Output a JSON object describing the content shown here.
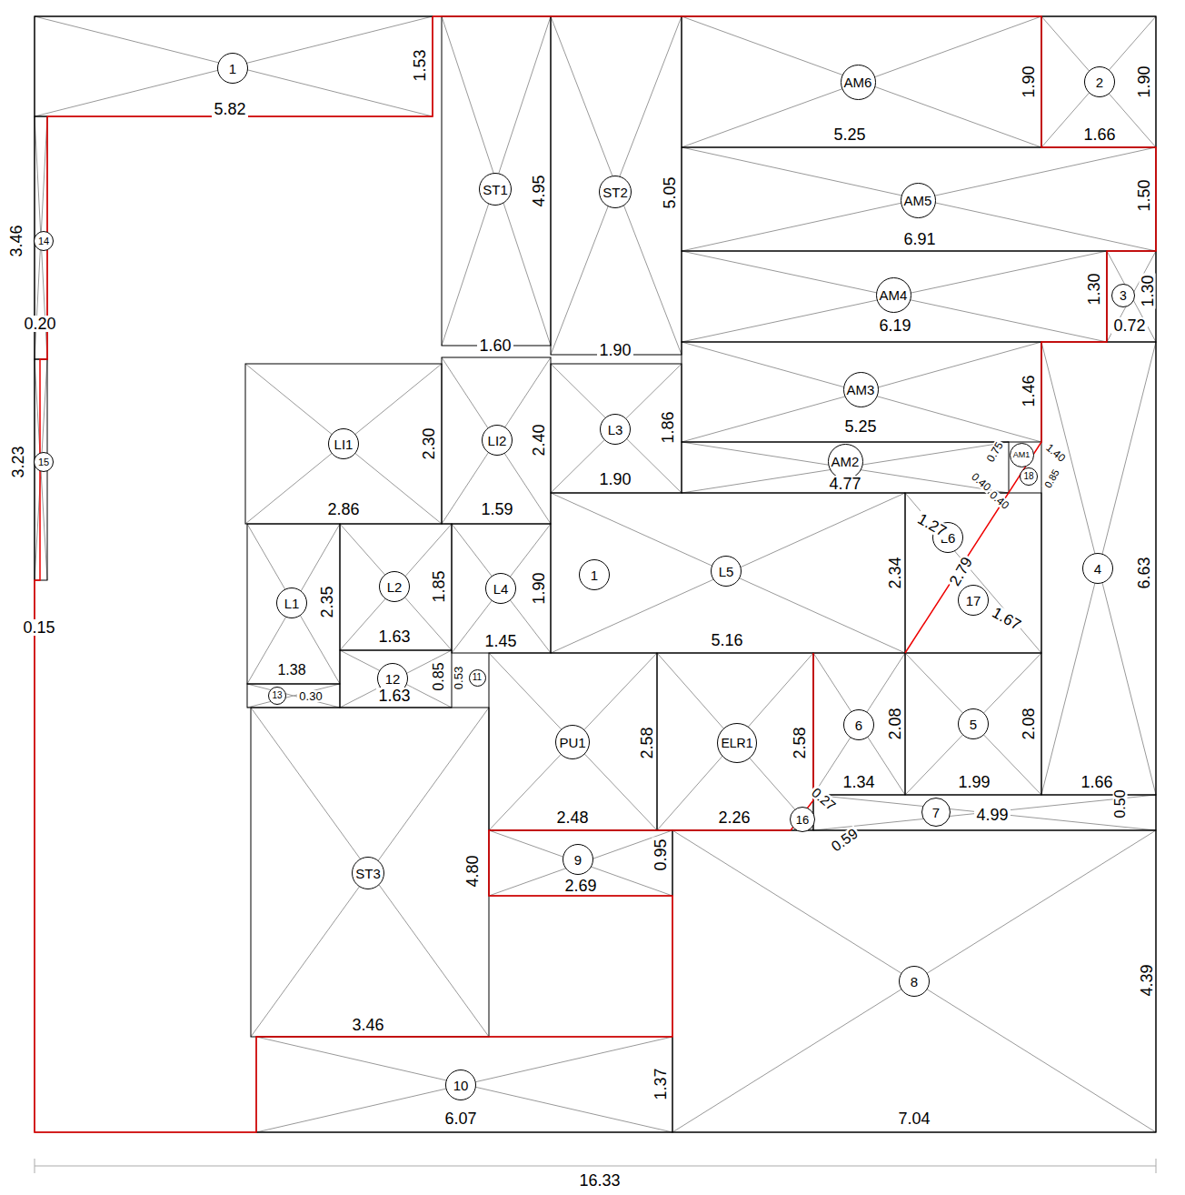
{
  "diagram": {
    "nodes": [
      {
        "text": [
          "1"
        ]
      },
      {
        "text": [
          "AM6"
        ]
      },
      {
        "text": [
          "2"
        ]
      },
      {
        "text": [
          "ST1"
        ]
      },
      {
        "text": [
          "ST2"
        ]
      },
      {
        "text": [
          "AM5"
        ]
      },
      {
        "text": [
          "14"
        ]
      },
      {
        "text": [
          "AM4"
        ]
      },
      {
        "text": [
          "3"
        ]
      },
      {
        "text": [
          "AM3"
        ]
      },
      {
        "text": [
          "L3"
        ]
      },
      {
        "text": [
          "LI2"
        ]
      },
      {
        "text": [
          "LI1"
        ]
      },
      {
        "text": [
          "AM2"
        ]
      },
      {
        "text": [
          "AM1"
        ]
      },
      {
        "text": [
          "15"
        ]
      },
      {
        "text": [
          "18"
        ]
      },
      {
        "text": [
          "L6"
        ]
      },
      {
        "text": [
          "4"
        ]
      },
      {
        "text": [
          "1"
        ]
      },
      {
        "text": [
          "L5"
        ]
      },
      {
        "text": [
          "L2"
        ]
      },
      {
        "text": [
          "L4"
        ]
      },
      {
        "text": [
          "17"
        ]
      },
      {
        "text": [
          "L1"
        ]
      },
      {
        "text": [
          "12"
        ]
      },
      {
        "text": [
          "11"
        ]
      },
      {
        "text": [
          "13"
        ]
      },
      {
        "text": [
          "6"
        ]
      },
      {
        "text": [
          "5"
        ]
      },
      {
        "text": [
          "PU1"
        ]
      },
      {
        "text": [
          "ELR1"
        ]
      },
      {
        "text": [
          "7"
        ]
      },
      {
        "text": [
          "16"
        ]
      },
      {
        "text": [
          "9"
        ]
      },
      {
        "text": [
          "ST3"
        ]
      },
      {
        "text": [
          "8"
        ]
      },
      {
        "text": [
          "10"
        ]
      }
    ],
    "labels": [
      "5.82",
      "1.53",
      "4.95",
      "5.05",
      "1.90",
      "1.90",
      "5.25",
      "1.66",
      "1.50",
      "6.91",
      "3.46",
      "1.30",
      "1.30",
      "6.19",
      "0.72",
      "0.20",
      "1.60",
      "1.90",
      "1.46",
      "5.25",
      "1.86",
      "2.30",
      "2.40",
      "3.23",
      "0.75",
      "0.40",
      "0.40",
      "1.40",
      "0.85",
      "4.77",
      "1.90",
      "2.86",
      "1.59",
      "1.27",
      "2.34",
      "2.79",
      "1.67",
      "6.63",
      "0.15",
      "2.35",
      "1.85",
      "1.90",
      "1.63",
      "1.45",
      "5.16",
      "1.38",
      "0.85",
      "0.53",
      "1.63",
      "0.30",
      "2.58",
      "2.58",
      "2.08",
      "2.08",
      "1.34",
      "1.99",
      "1.66",
      "0.27",
      "4.99",
      "0.50",
      "2.48",
      "2.26",
      "0.59",
      "0.95",
      "2.69",
      "4.80",
      "3.46",
      "4.39",
      "1.37",
      "6.07",
      "7.04",
      "16.33"
    ]
  }
}
